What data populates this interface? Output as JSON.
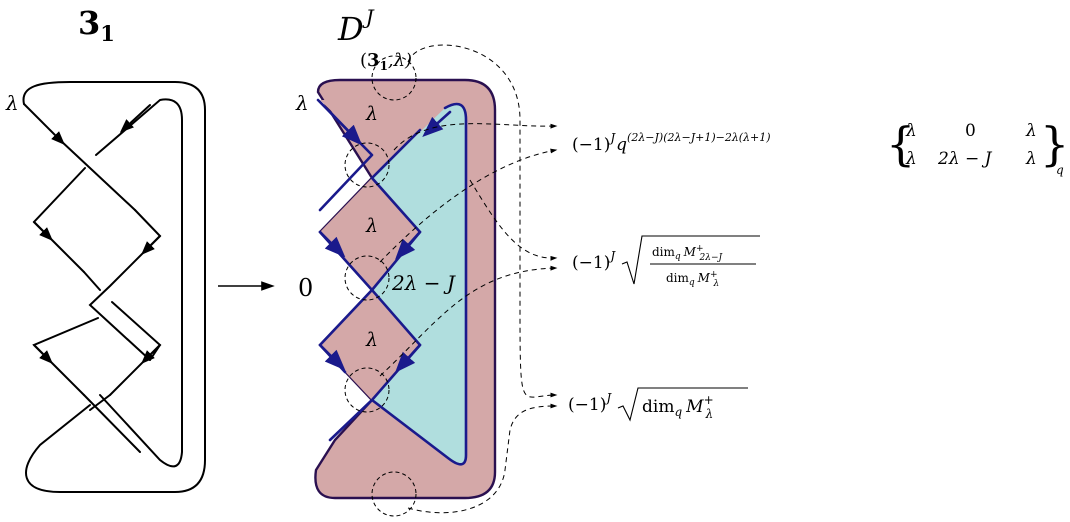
{
  "knot": {
    "title_main": "3",
    "title_sub": "1",
    "strand_label": "λ"
  },
  "map_arrow": {
    "target": "0"
  },
  "diagram": {
    "title_letter": "D",
    "title_super": "J",
    "title_sub_open": "(",
    "title_sub_bold": "3",
    "title_sub_bold_sub": "1",
    "title_sub_rest": ",λ)",
    "strand_label": "λ",
    "region_labels": [
      "λ",
      "λ",
      "λ"
    ],
    "center_label": "2λ − J"
  },
  "colors": {
    "pink_region": "#d4a8a8",
    "teal_region": "#b0dede",
    "boundary": "#1a1a8c",
    "outline": "#2a1050"
  },
  "formulas": {
    "f1_sign": "(−1)",
    "f1_sign_exp": "J",
    "f1_q": "q",
    "f1_q_exp": "(2λ−J)(2λ−J+1)−2λ(λ+1)",
    "f1_matrix_row1": [
      "λ",
      "0",
      "λ"
    ],
    "f1_matrix_row2": [
      "λ",
      "2λ − J",
      "λ"
    ],
    "f1_sub": "q",
    "f2_sign": "(−1)",
    "f2_sign_exp": "J",
    "f2_num": "dim",
    "f2_num_sub": "q",
    "f2_num_M": "M",
    "f2_num_M_sup": "+",
    "f2_num_M_sub": "2λ−J",
    "f2_den": "dim",
    "f2_den_sub": "q",
    "f2_den_M": "M",
    "f2_den_M_sup": "+",
    "f2_den_M_sub": "λ",
    "f3_sign": "(−1)",
    "f3_sign_exp": "J",
    "f3_dim": "dim",
    "f3_dim_sub": "q",
    "f3_M": "M",
    "f3_M_sup": "+",
    "f3_M_sub": "λ"
  }
}
